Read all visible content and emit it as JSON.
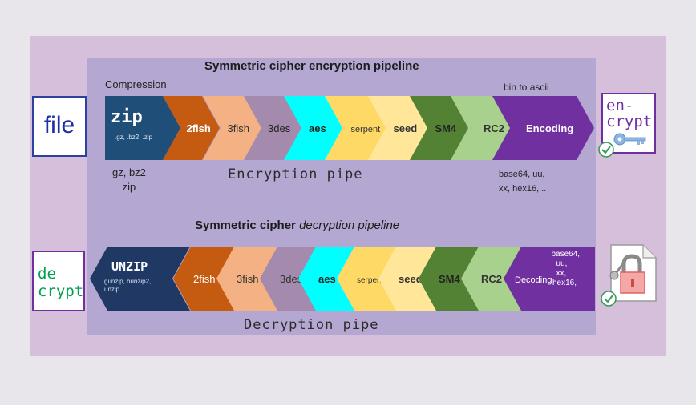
{
  "colors": {
    "page_bg": "#e8e6eb",
    "frame": "#d6bfdb",
    "panel": "#b4a7d1"
  },
  "encryption": {
    "title": "Symmetric cipher encryption pipeline",
    "compression_label": "Compression",
    "bin_to_ascii_label": "bin to ascii",
    "pipe_label": "Encryption pipe",
    "compress_formats": [
      "gz, bz2",
      "zip"
    ],
    "encoding_formats": [
      "base64, uu,",
      "xx, hex16, .."
    ],
    "stages": [
      {
        "label": "zip",
        "sublabel": ".gz, .bz2, .zip",
        "color": "#1f4e79",
        "text_color": "#ffffff"
      },
      {
        "label": "2fish",
        "color": "#c55a11",
        "text_color": "#ffffff"
      },
      {
        "label": "3fish",
        "color": "#f4b183",
        "text_color": "#333333"
      },
      {
        "label": "3des",
        "color": "#a48aad",
        "text_color": "#222222"
      },
      {
        "label": "aes",
        "color": "#00ffff",
        "text_color": "#222222"
      },
      {
        "label": "serpent",
        "color": "#ffd966",
        "text_color": "#333333"
      },
      {
        "label": "seed",
        "color": "#ffe699",
        "text_color": "#333333"
      },
      {
        "label": "SM4",
        "color": "#548235",
        "text_color": "#222222"
      },
      {
        "label": "RC2",
        "color": "#a9d18e",
        "text_color": "#333333"
      },
      {
        "label": "Encoding",
        "color": "#7030a0",
        "text_color": "#ffffff"
      }
    ]
  },
  "decryption": {
    "title_plain": "Symmetric cipher ",
    "title_italic": "decryption pipeline",
    "pipe_label": "Decryption pipe",
    "stages": [
      {
        "label": "UNZIP",
        "sublabel": [
          "gunzip, bunzip2,",
          "unzip"
        ],
        "color": "#1f3864",
        "text_color": "#ffffff"
      },
      {
        "label": "2fish",
        "color": "#c55a11",
        "text_color": "#ffffff"
      },
      {
        "label": "3fish",
        "color": "#f4b183",
        "text_color": "#333333"
      },
      {
        "label": "3des",
        "color": "#a48aad",
        "text_color": "#333333"
      },
      {
        "label": "aes",
        "color": "#00ffff",
        "text_color": "#222222"
      },
      {
        "label": "serpent",
        "color": "#ffd966",
        "text_color": "#333333"
      },
      {
        "label": "seed",
        "color": "#ffe699",
        "text_color": "#333333"
      },
      {
        "label": "SM4",
        "color": "#548235",
        "text_color": "#222222"
      },
      {
        "label": "RC2",
        "color": "#a9d18e",
        "text_color": "#333333"
      },
      {
        "label": "Decoding",
        "sublabel": [
          "base64,",
          "uu,",
          "xx,",
          "hex16,"
        ],
        "color": "#7030a0",
        "text_color": "#ffffff"
      }
    ]
  },
  "icons": {
    "file": {
      "label": "file",
      "border": "#2f3f9e",
      "text_color": "#1f2fa0"
    },
    "encrypt": {
      "label_lines": [
        "en-",
        "crypt"
      ],
      "border": "#7030a0",
      "text_color": "#7030a0",
      "icon": "key-icon"
    },
    "decrypt": {
      "label_lines": [
        "de",
        "crypt"
      ],
      "border": "#7030a0",
      "text_color": "#00a050"
    },
    "locked_file": {
      "icon": "padlock-file-icon"
    }
  }
}
